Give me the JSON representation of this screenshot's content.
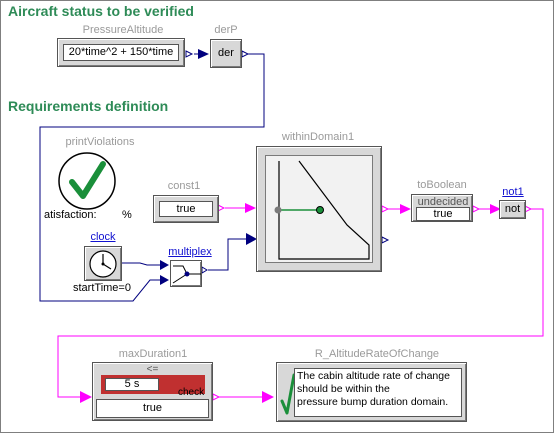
{
  "headings": {
    "aircraft_status": "Aircraft status to be verified",
    "requirements": "Requirements definition"
  },
  "blocks": {
    "pressure_altitude": {
      "name": "PressureAltitude",
      "expression": "20*time^2 + 150*time"
    },
    "derP": {
      "name": "derP",
      "label": "der"
    },
    "print_violations": {
      "name": "printViolations",
      "satisfaction_label": "atisfaction:",
      "percent_label": "%"
    },
    "const1": {
      "name": "const1",
      "value": "true"
    },
    "within_domain": {
      "name": "withinDomain1"
    },
    "to_boolean": {
      "name": "toBoolean",
      "state": "undecided",
      "value": "true"
    },
    "not1": {
      "name": "not1",
      "label": "not"
    },
    "clock": {
      "name": "clock",
      "start_time": "startTime=0"
    },
    "multiplex": {
      "name": "multiplex"
    },
    "max_duration": {
      "name": "maxDuration1",
      "operator": "<=",
      "duration": "5 s",
      "value": "true",
      "port_label": "check"
    },
    "requirement": {
      "name": "R_AltitudeRateOfChange",
      "text_line1": "The cabin altitude rate of change",
      "text_line2": "should be within the",
      "text_line3": "pressure bump duration domain."
    }
  },
  "colors": {
    "real_signal": "#00007f",
    "boolean_signal": "#ff00ff",
    "heading": "#2e8b57",
    "check_mark": "#1a8f3a"
  }
}
